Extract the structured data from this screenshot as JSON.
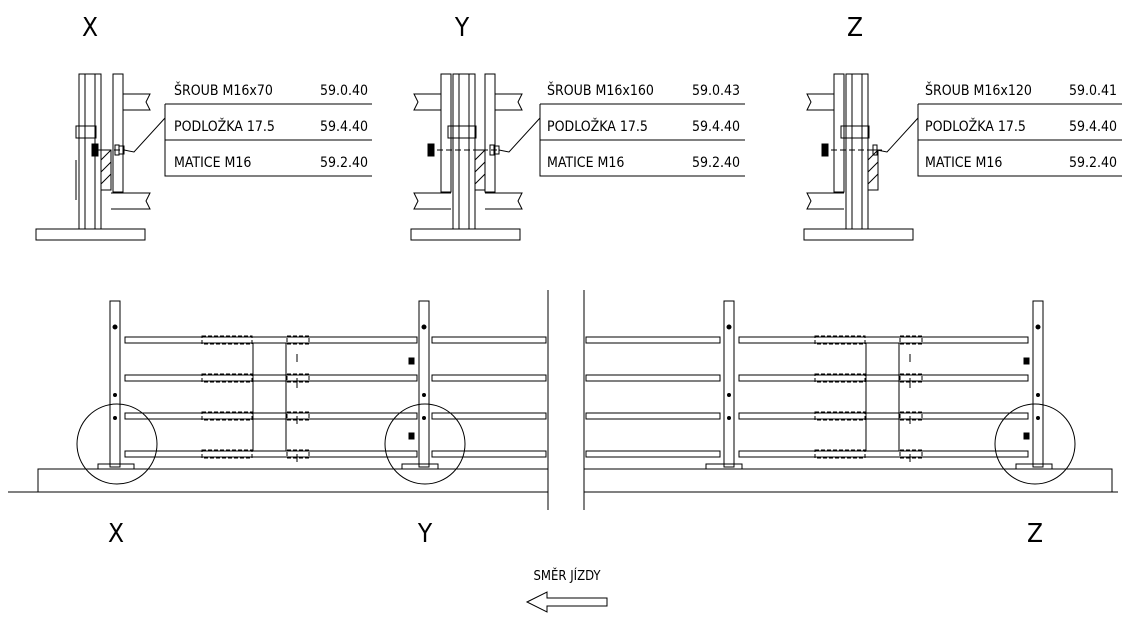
{
  "details": [
    {
      "label": "X",
      "parts": [
        {
          "name": "ŠROUB M16x70",
          "code": "59.0.40"
        },
        {
          "name": "PODLOŽKA 17.5",
          "code": "59.4.40"
        },
        {
          "name": "MATICE M16",
          "code": "59.2.40"
        }
      ]
    },
    {
      "label": "Y",
      "parts": [
        {
          "name": "ŠROUB M16x160",
          "code": "59.0.43"
        },
        {
          "name": "PODLOŽKA 17.5",
          "code": "59.4.40"
        },
        {
          "name": "MATICE M16",
          "code": "59.2.40"
        }
      ]
    },
    {
      "label": "Z",
      "parts": [
        {
          "name": "ŠROUB M16x120",
          "code": "59.0.41"
        },
        {
          "name": "PODLOŽKA 17.5",
          "code": "59.4.40"
        },
        {
          "name": "MATICE M16",
          "code": "59.2.40"
        }
      ]
    }
  ],
  "elevation_labels": [
    "X",
    "Y",
    "Z"
  ],
  "direction": {
    "label": "SMĚR JÍZDY"
  }
}
